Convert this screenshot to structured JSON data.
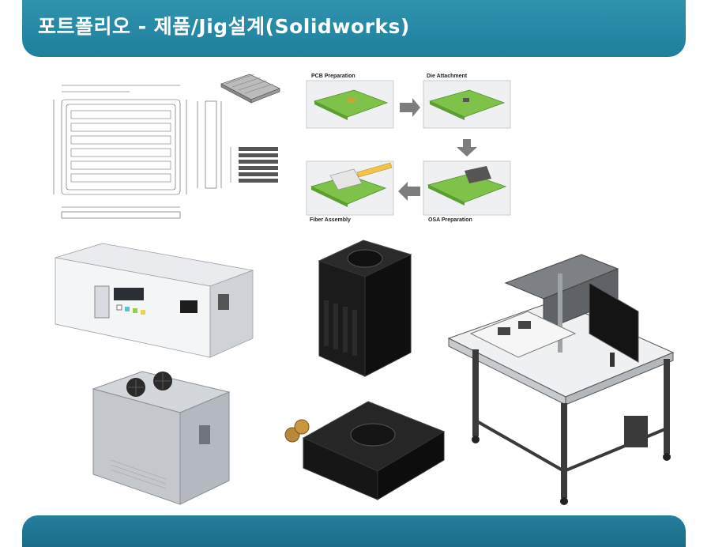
{
  "header": {
    "title": "포트폴리오 - 제품/Jig설계(Solidworks)"
  },
  "process_flow": {
    "steps": [
      {
        "label": "PCB Preparation"
      },
      {
        "label": "Die Attachment"
      },
      {
        "label": "OSA Preparation"
      },
      {
        "label": "Fiber Assembly"
      }
    ]
  },
  "colors": {
    "banner": "#2a8aa6",
    "footer": "#1f7691",
    "pcb_green": "#7fc24a"
  }
}
